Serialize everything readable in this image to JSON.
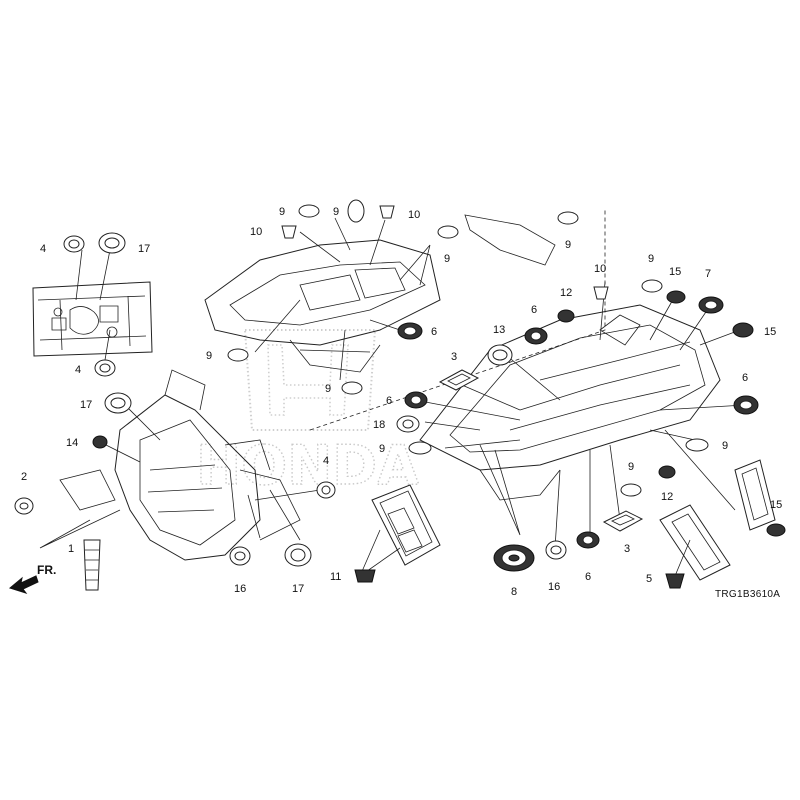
{
  "diagram": {
    "code": "TRG1B3610A",
    "direction_label": "FR.",
    "watermark_text": "HONDA",
    "callouts": [
      {
        "id": "c-4a",
        "text": "4"
      },
      {
        "id": "c-17a",
        "text": "17"
      },
      {
        "id": "c-4b",
        "text": "4"
      },
      {
        "id": "c-17b",
        "text": "17"
      },
      {
        "id": "c-14",
        "text": "14"
      },
      {
        "id": "c-2",
        "text": "2"
      },
      {
        "id": "c-1",
        "text": "1"
      },
      {
        "id": "c-16a",
        "text": "16"
      },
      {
        "id": "c-17c",
        "text": "17"
      },
      {
        "id": "c-4c",
        "text": "4"
      },
      {
        "id": "c-11",
        "text": "11"
      },
      {
        "id": "c-9a",
        "text": "9"
      },
      {
        "id": "c-9b",
        "text": "9"
      },
      {
        "id": "c-10a",
        "text": "10"
      },
      {
        "id": "c-10b",
        "text": "10"
      },
      {
        "id": "c-9c",
        "text": "9"
      },
      {
        "id": "c-9d",
        "text": "9"
      },
      {
        "id": "c-6a",
        "text": "6"
      },
      {
        "id": "c-9e",
        "text": "9"
      },
      {
        "id": "c-9f",
        "text": "9"
      },
      {
        "id": "c-9g",
        "text": "9"
      },
      {
        "id": "c-10c",
        "text": "10"
      },
      {
        "id": "c-9h",
        "text": "9"
      },
      {
        "id": "c-15a",
        "text": "15"
      },
      {
        "id": "c-7",
        "text": "7"
      },
      {
        "id": "c-12a",
        "text": "12"
      },
      {
        "id": "c-6b",
        "text": "6"
      },
      {
        "id": "c-13",
        "text": "13"
      },
      {
        "id": "c-15b",
        "text": "15"
      },
      {
        "id": "c-3a",
        "text": "3"
      },
      {
        "id": "c-6c",
        "text": "6"
      },
      {
        "id": "c-18",
        "text": "18"
      },
      {
        "id": "c-6d",
        "text": "6"
      },
      {
        "id": "c-9i",
        "text": "9"
      },
      {
        "id": "c-9j",
        "text": "9"
      },
      {
        "id": "c-9k",
        "text": "9"
      },
      {
        "id": "c-12b",
        "text": "12"
      },
      {
        "id": "c-15c",
        "text": "15"
      },
      {
        "id": "c-3b",
        "text": "3"
      },
      {
        "id": "c-6e",
        "text": "6"
      },
      {
        "id": "c-5",
        "text": "5"
      },
      {
        "id": "c-8",
        "text": "8"
      },
      {
        "id": "c-16b",
        "text": "16"
      }
    ]
  }
}
